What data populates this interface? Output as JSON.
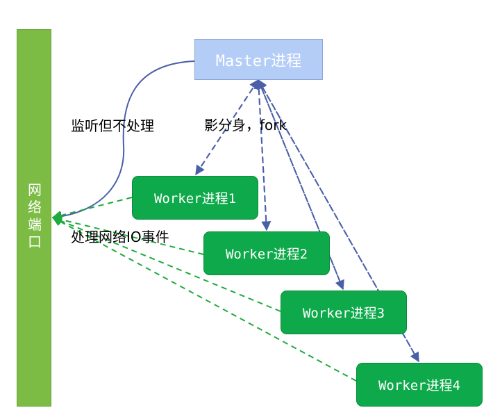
{
  "port": {
    "label": "网\n络\n端\n口"
  },
  "master": {
    "label": "Master进程"
  },
  "workers": [
    {
      "label": "Worker进程1"
    },
    {
      "label": "Worker进程2"
    },
    {
      "label": "Worker进程3"
    },
    {
      "label": "Worker进程4"
    }
  ],
  "annotations": {
    "listen": "监听但不处理",
    "fork": "影分身，fork",
    "handle": "处理网络IO事件"
  },
  "colors": {
    "port_bar": "#7cbc45",
    "master_box": "#b4cdf7",
    "worker_box": "#0ea94a",
    "fork_arrow": "#4a5fa8",
    "io_arrow": "#1eaa3c",
    "listen_curve": "#4a5fa8"
  }
}
